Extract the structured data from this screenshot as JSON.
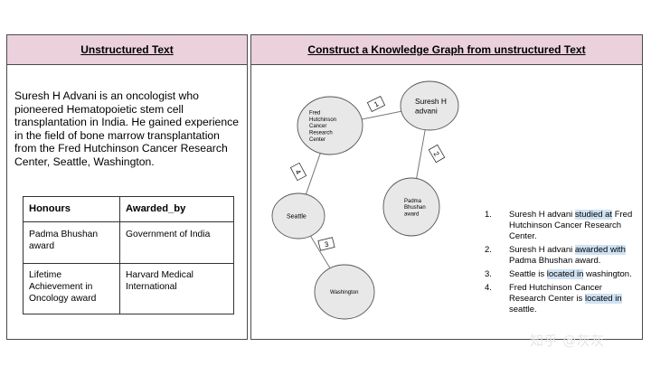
{
  "left_panel": {
    "title": "Unstructured Text",
    "paragraph": "Suresh H Advani is an oncologist who pioneered Hematopoietic stem cell transplantation in India. He gained experience in the field of bone marrow transplantation from the Fred Hutchinson Cancer Research Center, Seattle, Washington.",
    "table": {
      "headers": [
        "Honours",
        "Awarded_by"
      ],
      "rows": [
        [
          "Padma Bhushan award",
          "Government of India"
        ],
        [
          "Lifetime Achievement in Oncology award",
          "Harvard Medical International"
        ]
      ]
    }
  },
  "right_panel": {
    "title": "Construct a Knowledge Graph from unstructured Text",
    "graph": {
      "nodes": [
        {
          "id": "fred",
          "lines": [
            "Fred",
            "Hutchinson",
            "Cancer",
            "Research",
            "Center"
          ]
        },
        {
          "id": "suresh",
          "lines": [
            "Suresh H",
            "advani"
          ]
        },
        {
          "id": "padma",
          "lines": [
            "Padma",
            "Bhushan",
            "award"
          ]
        },
        {
          "id": "seattle",
          "lines": [
            "Seattle"
          ]
        },
        {
          "id": "washington",
          "lines": [
            "Washington"
          ]
        }
      ],
      "edges": [
        {
          "from": "suresh",
          "to": "fred",
          "label": "1"
        },
        {
          "from": "suresh",
          "to": "padma",
          "label": "2"
        },
        {
          "from": "seattle",
          "to": "washington",
          "label": "3"
        },
        {
          "from": "fred",
          "to": "seattle",
          "label": "4"
        }
      ]
    },
    "triples": [
      {
        "num": "1.",
        "subject": "Suresh H advani ",
        "relation": "studied at",
        "object": " Fred Hutchinson Cancer Research Center."
      },
      {
        "num": "2.",
        "subject": "Suresh H advani ",
        "relation": "awarded with",
        "object": " Padma Bhushan award."
      },
      {
        "num": "3.",
        "subject": "Seattle is ",
        "relation": "located in",
        "object": " washington."
      },
      {
        "num": "4.",
        "subject": "Fred Hutchinson Cancer Research Center is ",
        "relation": "located in",
        "object": " seattle."
      }
    ]
  },
  "watermark": "知乎 @灰灰",
  "colors": {
    "header_bg": "#ead1dc",
    "node_fill": "#e8e8e8",
    "highlight": "#cfe2f3"
  }
}
